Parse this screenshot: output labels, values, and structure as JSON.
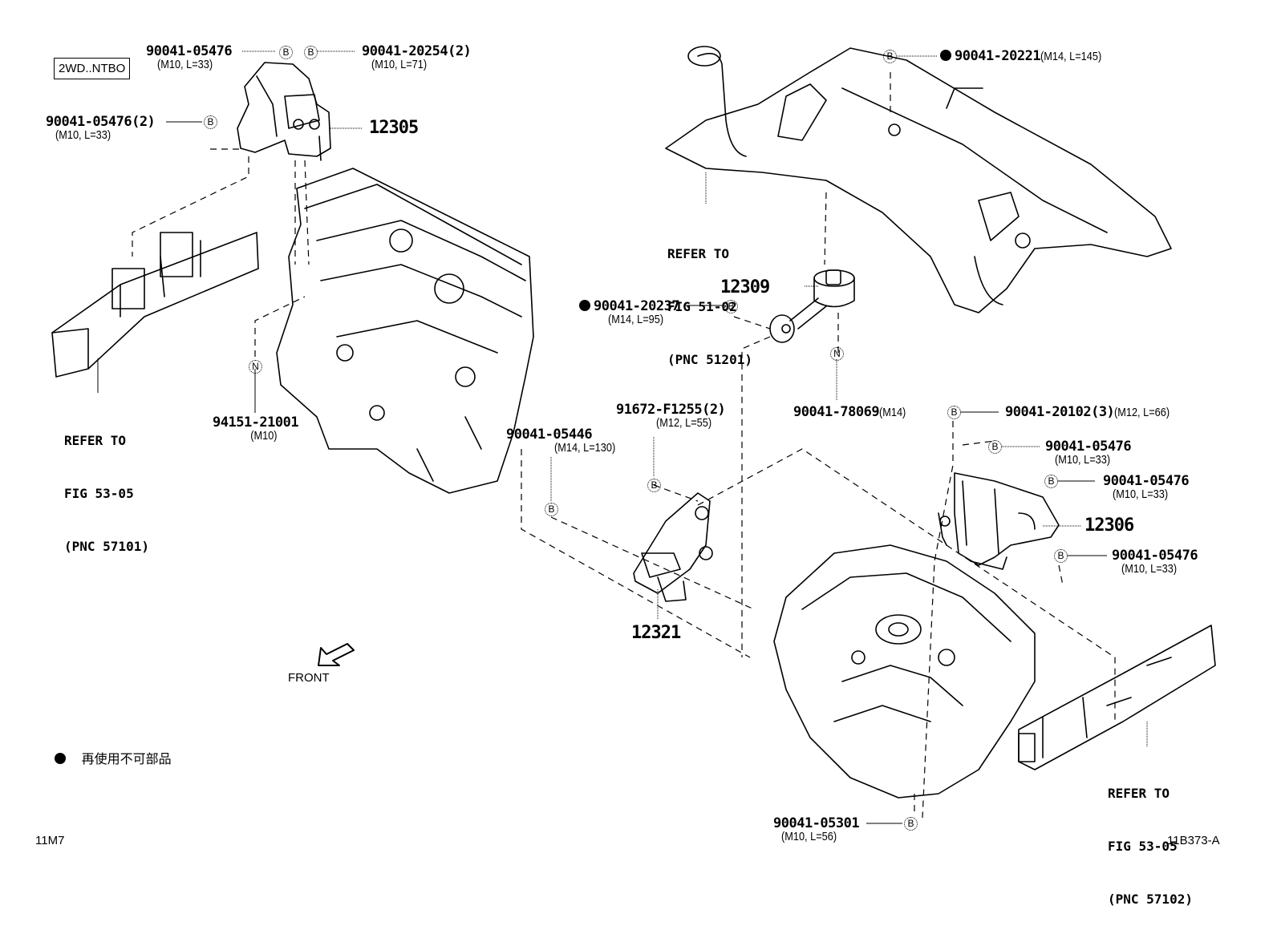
{
  "diagram": {
    "variant_box": "2WD..NTBO",
    "figure_code": "11B373-A",
    "page_code": "11M7",
    "legend": {
      "symbol": "filled-circle",
      "text": "再使用不可部品"
    },
    "front_label": "FRONT",
    "fastener_symbols": {
      "bolt": "B",
      "nut": "N"
    },
    "parts": [
      {
        "id": "p1",
        "number": "90041-05476",
        "spec": "(M10, L=33)",
        "symbol": "B",
        "non_reusable": false
      },
      {
        "id": "p2",
        "number": "90041-20254(2)",
        "spec": "(M10, L=71)",
        "symbol": "B",
        "non_reusable": false
      },
      {
        "id": "p3",
        "number": "90041-05476(2)",
        "spec": "(M10, L=33)",
        "symbol": "B",
        "non_reusable": false
      },
      {
        "id": "p4",
        "number": "12305",
        "spec": "",
        "symbol": "",
        "non_reusable": false
      },
      {
        "id": "p5",
        "number": "90041-20221",
        "spec": "(M14, L=145)",
        "symbol": "B",
        "non_reusable": true
      },
      {
        "id": "p6",
        "number": "12309",
        "spec": "",
        "symbol": "",
        "non_reusable": false
      },
      {
        "id": "p7",
        "number": "90041-20237",
        "spec": "(M14, L=95)",
        "symbol": "B",
        "non_reusable": true
      },
      {
        "id": "p8",
        "number": "94151-21001",
        "spec": "(M10)",
        "symbol": "N",
        "non_reusable": false
      },
      {
        "id": "p9",
        "number": "90041-78069",
        "spec": "(M14)",
        "symbol": "N",
        "non_reusable": false
      },
      {
        "id": "p10",
        "number": "90041-20102(3)",
        "spec": "(M12, L=66)",
        "symbol": "B",
        "non_reusable": false
      },
      {
        "id": "p11",
        "number": "91672-F1255(2)",
        "spec": "(M12, L=55)",
        "symbol": "B",
        "non_reusable": false
      },
      {
        "id": "p12",
        "number": "90041-05446",
        "spec": "(M14, L=130)",
        "symbol": "B",
        "non_reusable": false
      },
      {
        "id": "p13",
        "number": "90041-05476",
        "spec": "(M10, L=33)",
        "symbol": "B",
        "non_reusable": false
      },
      {
        "id": "p14",
        "number": "90041-05476",
        "spec": "(M10, L=33)",
        "symbol": "B",
        "non_reusable": false
      },
      {
        "id": "p15",
        "number": "12306",
        "spec": "",
        "symbol": "",
        "non_reusable": false
      },
      {
        "id": "p16",
        "number": "90041-05476",
        "spec": "(M10, L=33)",
        "symbol": "B",
        "non_reusable": false
      },
      {
        "id": "p17",
        "number": "12321",
        "spec": "",
        "symbol": "",
        "non_reusable": false
      },
      {
        "id": "p18",
        "number": "90041-05301",
        "spec": "(M10, L=56)",
        "symbol": "B",
        "non_reusable": false
      }
    ],
    "references": [
      {
        "id": "r1",
        "lines": [
          "REFER TO",
          "FIG 53-05",
          "(PNC 57101)"
        ]
      },
      {
        "id": "r2",
        "lines": [
          "REFER TO",
          "FIG 51-02",
          "(PNC 51201)"
        ]
      },
      {
        "id": "r3",
        "lines": [
          "REFER TO",
          "FIG 53-05",
          "(PNC 57102)"
        ]
      }
    ]
  }
}
